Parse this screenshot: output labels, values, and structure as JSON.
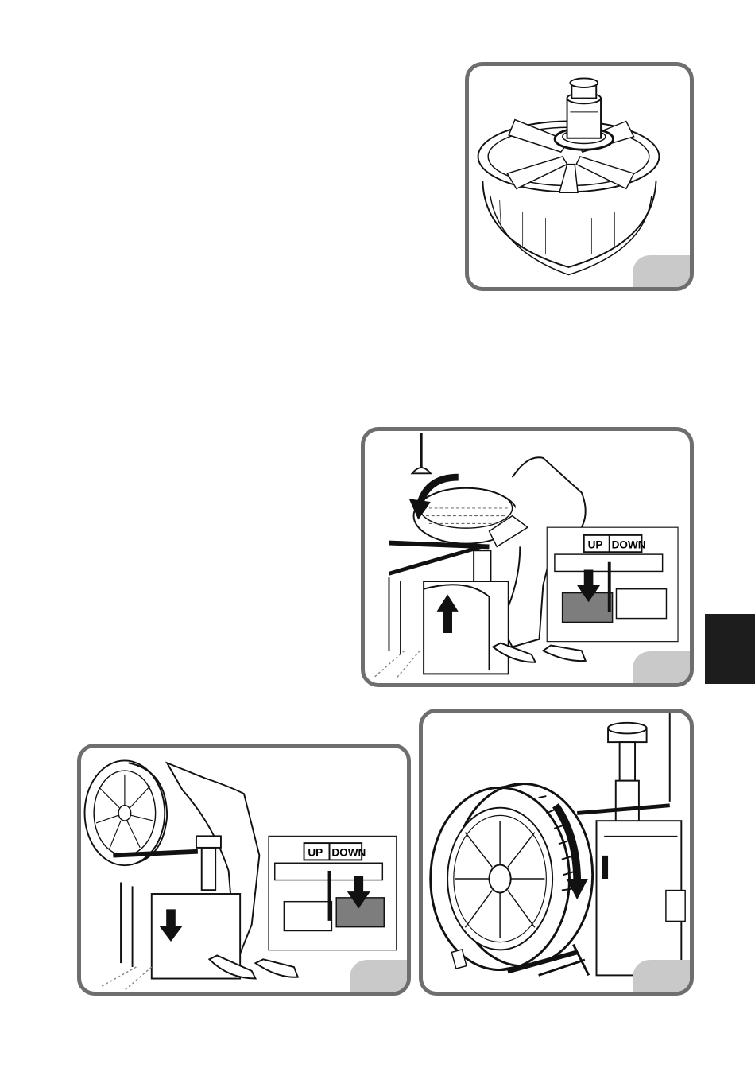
{
  "figures": [
    {
      "id": "fig-hub-rim"
    },
    {
      "id": "fig-lift-tyre"
    },
    {
      "id": "fig-lower-wheel"
    },
    {
      "id": "fig-wheel-mounted"
    }
  ],
  "pedal_labels": {
    "up": "UP",
    "down": "DOWN"
  },
  "colors": {
    "frame": "#6e6e6e",
    "badge": "#c9c9c9",
    "side_tab": "#1d1d1d",
    "pedal_active": "#7d7d7d"
  },
  "icons": [
    "curved-arrow-icon",
    "up-arrow-icon",
    "down-arrow-icon",
    "rotate-arrow-icon"
  ]
}
